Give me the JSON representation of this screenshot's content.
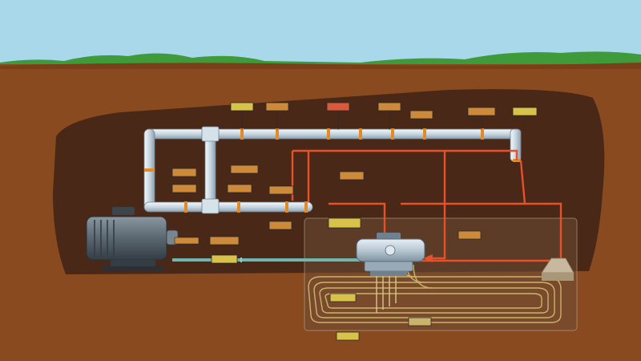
{
  "colors": {
    "sky": "#a8d8ea",
    "grass": "#3f9a3a",
    "soil": "#8a4a1f",
    "cavern": "#4a2818",
    "pipe_supply": "#d8e4ec",
    "pipe_return": "#e8502a",
    "pipe_water": "#6fb6b0",
    "tag_fill": "#d8c24a",
    "tag_border": "#2a2a2a",
    "motor": "#5a6670",
    "pump": "#b8c8d4",
    "coil": "#c9b46a"
  },
  "icons": {
    "motor": "electric-motor-icon",
    "pump": "pump-icon",
    "coil": "ground-loop-coil-icon",
    "tank": "tank-icon"
  },
  "labels": [
    {
      "id": "label-1",
      "text": ""
    },
    {
      "id": "label-2",
      "text": ""
    },
    {
      "id": "label-3",
      "text": ""
    },
    {
      "id": "label-4",
      "text": ""
    },
    {
      "id": "label-5",
      "text": ""
    },
    {
      "id": "label-6",
      "text": ""
    },
    {
      "id": "label-7",
      "text": ""
    },
    {
      "id": "label-8",
      "text": ""
    },
    {
      "id": "label-9",
      "text": ""
    },
    {
      "id": "label-10",
      "text": ""
    },
    {
      "id": "label-11",
      "text": ""
    },
    {
      "id": "label-12",
      "text": ""
    },
    {
      "id": "label-13",
      "text": ""
    },
    {
      "id": "label-14",
      "text": ""
    },
    {
      "id": "label-15",
      "text": ""
    },
    {
      "id": "label-16",
      "text": ""
    },
    {
      "id": "label-17",
      "text": ""
    },
    {
      "id": "label-18",
      "text": ""
    },
    {
      "id": "label-19",
      "text": ""
    },
    {
      "id": "label-20",
      "text": ""
    },
    {
      "id": "label-21",
      "text": ""
    },
    {
      "id": "label-22",
      "text": ""
    }
  ]
}
